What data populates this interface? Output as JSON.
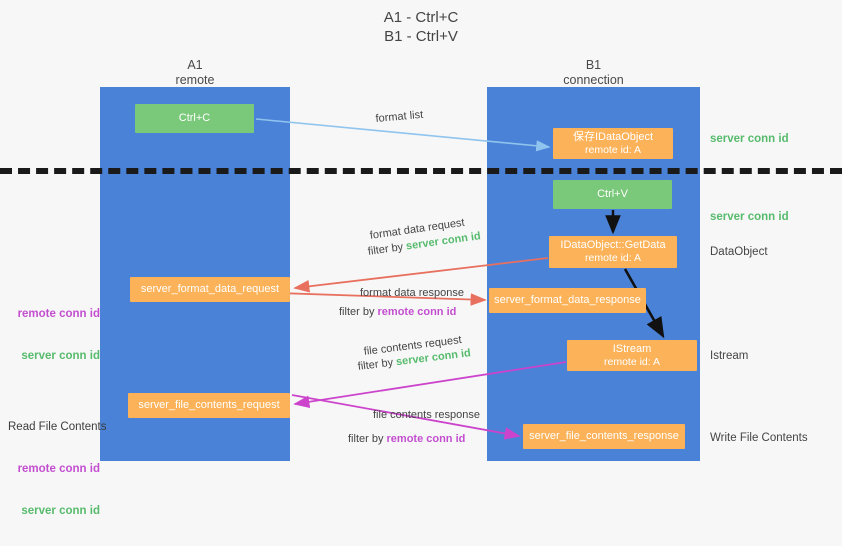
{
  "title": "A1 - Ctrl+C\nB1 - Ctrl+V",
  "columns": {
    "left": {
      "name": "A1",
      "subtitle": "remote",
      "header": "A1\nremote"
    },
    "right": {
      "name": "B1",
      "subtitle": "connection",
      "header": "B1\nconnection"
    }
  },
  "boxes": {
    "ctrl_c": {
      "label": "Ctrl+C",
      "color": "#7ac87a"
    },
    "ctrl_v": {
      "label": "Ctrl+V",
      "color": "#7ac87a"
    },
    "idataobject": {
      "line1": "保存IDataObject",
      "line2": "remote id: A",
      "color": "#fbb259"
    },
    "getdata": {
      "line1": "IDataObject::GetData",
      "line2": "remote id: A",
      "color": "#fbb259"
    },
    "istream": {
      "line1": "IStream",
      "line2": "remote id: A",
      "color": "#fbb259"
    },
    "server_format_data_request": {
      "label": "server_format_data_request",
      "color": "#fbb259"
    },
    "server_format_data_response": {
      "label": "server_format_data_response",
      "color": "#fbb259"
    },
    "server_file_contents_request": {
      "label": "server_file_contents_request",
      "color": "#fbb259"
    },
    "server_file_contents_response": {
      "label": "server_file_contents_response",
      "color": "#fbb259"
    }
  },
  "side_labels": {
    "server_conn_id_top": "server conn id",
    "server_conn_id_mid": "server conn id",
    "dataobject": "DataObject",
    "istream": "Istream",
    "write_file_contents": "Write File Contents"
  },
  "left_labels": {
    "read_file_contents": "Read File Contents",
    "remote_conn_id": "remote conn id",
    "server_conn_id": "server conn id"
  },
  "arrow_labels": {
    "format_list": "format list",
    "format_data_request": "format data request",
    "format_data_request_filter_prefix": "filter by ",
    "format_data_request_filter_value": "server conn id",
    "format_data_response": "format data response",
    "format_data_response_filter_prefix": "filter by ",
    "format_data_response_filter_value": "remote conn id",
    "file_contents_request": "file contents request",
    "file_contents_request_filter_prefix": "filter by ",
    "file_contents_request_filter_value": "server conn id",
    "file_contents_response": "file contents response",
    "file_contents_response_filter_prefix": "filter by ",
    "file_contents_response_filter_value": "remote conn id"
  },
  "colors": {
    "lane": "#4a82d8",
    "green_box": "#7ac87a",
    "orange_box": "#fbb259",
    "green_text": "#57bb6d",
    "purple_text": "#c34fd0",
    "arrow_lightblue": "#8fc4ee",
    "arrow_red": "#e8705f",
    "arrow_magenta": "#cc44cc",
    "arrow_black": "#111111",
    "divider": "#1a1a1a",
    "background": "#f7f7f7"
  }
}
